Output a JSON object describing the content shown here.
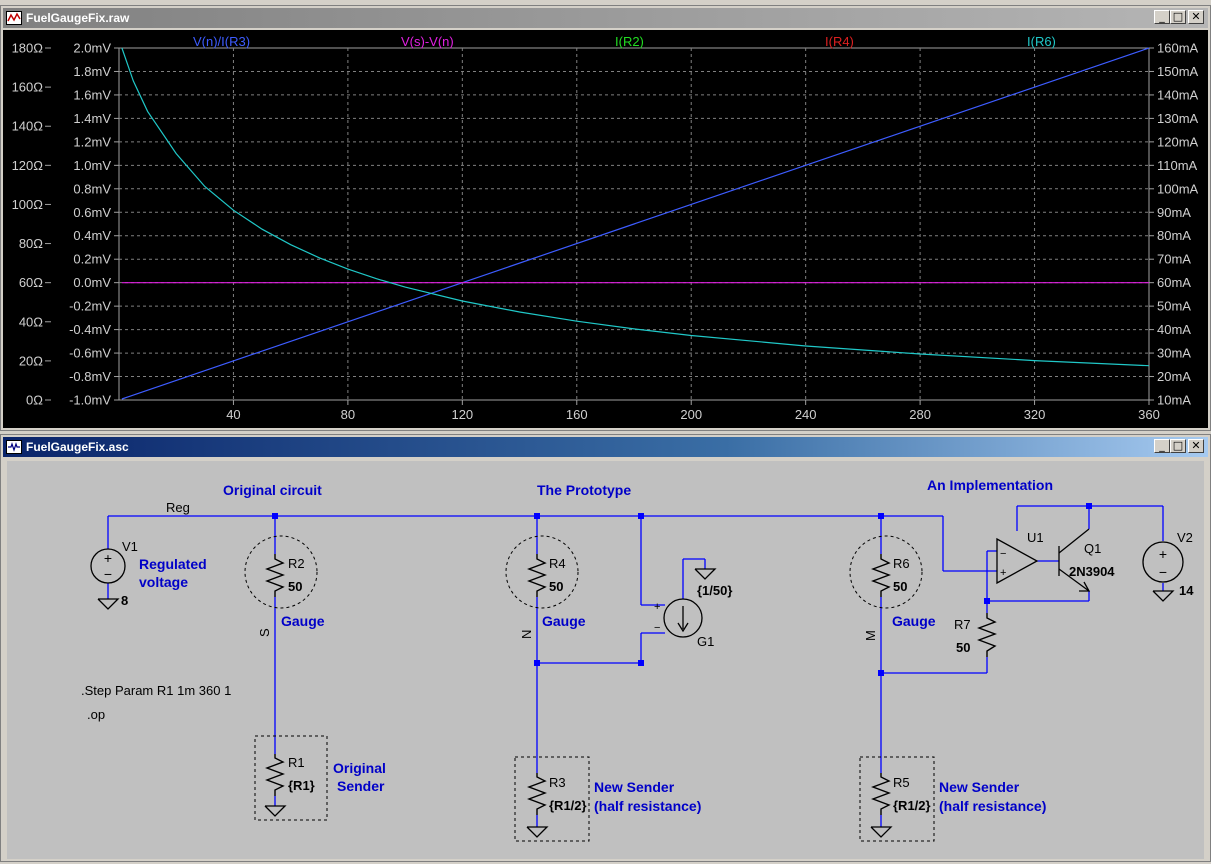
{
  "plot_window": {
    "title": "FuelGaugeFix.raw",
    "buttons": {
      "minimize": "_",
      "maximize": "□",
      "close": "✕"
    }
  },
  "schematic_window": {
    "title": "FuelGaugeFix.asc",
    "buttons": {
      "minimize": "_",
      "maximize": "□",
      "close": "✕"
    }
  },
  "chart_data": {
    "type": "line",
    "x_ticks": [
      "40",
      "80",
      "120",
      "160",
      "200",
      "240",
      "280",
      "320",
      "360"
    ],
    "xlim": [
      0,
      360
    ],
    "y_left_outer_ticks": [
      "0Ω",
      "20Ω",
      "40Ω",
      "60Ω",
      "80Ω",
      "100Ω",
      "120Ω",
      "140Ω",
      "160Ω",
      "180Ω"
    ],
    "y_left_inner_ticks": [
      "-1.0mV",
      "-0.8mV",
      "-0.6mV",
      "-0.4mV",
      "-0.2mV",
      "0.0mV",
      "0.2mV",
      "0.4mV",
      "0.6mV",
      "0.8mV",
      "1.0mV",
      "1.2mV",
      "1.4mV",
      "1.6mV",
      "1.8mV",
      "2.0mV"
    ],
    "y_right_ticks": [
      "10mA",
      "20mA",
      "30mA",
      "40mA",
      "50mA",
      "60mA",
      "70mA",
      "80mA",
      "90mA",
      "100mA",
      "110mA",
      "120mA",
      "130mA",
      "140mA",
      "150mA",
      "160mA"
    ],
    "ohm_range": [
      0,
      180
    ],
    "mv_range": [
      -1.0,
      2.0
    ],
    "ma_range": [
      10,
      160
    ],
    "grid": true,
    "series": [
      {
        "name": "V(n)/I(R3)",
        "color": "#3d5cff",
        "axis": "ohm",
        "x": [
          1,
          360
        ],
        "y": [
          0.5,
          180
        ]
      },
      {
        "name": "V(s)-V(n)",
        "color": "#e020e0",
        "axis": "mv",
        "x": [
          1,
          360
        ],
        "y": [
          0,
          0
        ]
      },
      {
        "name": "I(R2)",
        "color": "#22dd22",
        "axis": "ma",
        "x": [],
        "y": []
      },
      {
        "name": "I(R4)",
        "color": "#dd2020",
        "axis": "ma",
        "x": [],
        "y": []
      },
      {
        "name": "I(R6)",
        "color": "#20c8c8",
        "axis": "ma",
        "x": [
          1,
          5,
          10,
          20,
          30,
          40,
          50,
          60,
          70,
          80,
          90,
          100,
          120,
          140,
          160,
          180,
          200,
          240,
          280,
          320,
          360
        ],
        "y": [
          160,
          146,
          133,
          115,
          101,
          90.9,
          82.8,
          76.2,
          70.6,
          65.8,
          61.7,
          58.1,
          52.2,
          47.5,
          43.6,
          40.3,
          37.5,
          33.0,
          29.6,
          26.8,
          24.6
        ]
      }
    ]
  },
  "schematic": {
    "net_labels": {
      "reg": "Reg",
      "s": "S",
      "n": "N",
      "m": "M"
    },
    "sections": {
      "original": "Original circuit",
      "prototype": "The Prototype",
      "implementation": "An Implementation"
    },
    "components": {
      "v1": {
        "name": "V1",
        "value": "8"
      },
      "v2": {
        "name": "V2",
        "value": "14"
      },
      "r1": {
        "name": "R1",
        "value": "{R1}"
      },
      "r2": {
        "name": "R2",
        "value": "50"
      },
      "r3": {
        "name": "R3",
        "value": "{R1/2}"
      },
      "r4": {
        "name": "R4",
        "value": "50"
      },
      "r5": {
        "name": "R5",
        "value": "{R1/2}"
      },
      "r6": {
        "name": "R6",
        "value": "50"
      },
      "r7": {
        "name": "R7",
        "value": "50"
      },
      "g1": {
        "name": "G1",
        "value": "{1/50}"
      },
      "u1": {
        "name": "U1"
      },
      "q1": {
        "name": "Q1",
        "value": "2N3904"
      }
    },
    "comments": {
      "regulated_1": "Regulated",
      "regulated_2": "voltage",
      "gauge": "Gauge",
      "orig_sender_1": "Original",
      "orig_sender_2": "Sender",
      "new_sender_1": "New Sender",
      "new_sender_2": "(half resistance)"
    },
    "directives": {
      "step": ".Step Param R1 1m  360 1",
      "op": ".op"
    },
    "colors": {
      "wire": "#0000ff",
      "symbol": "#000000",
      "comment": "#0000c8",
      "junction": "#0000ff"
    }
  }
}
